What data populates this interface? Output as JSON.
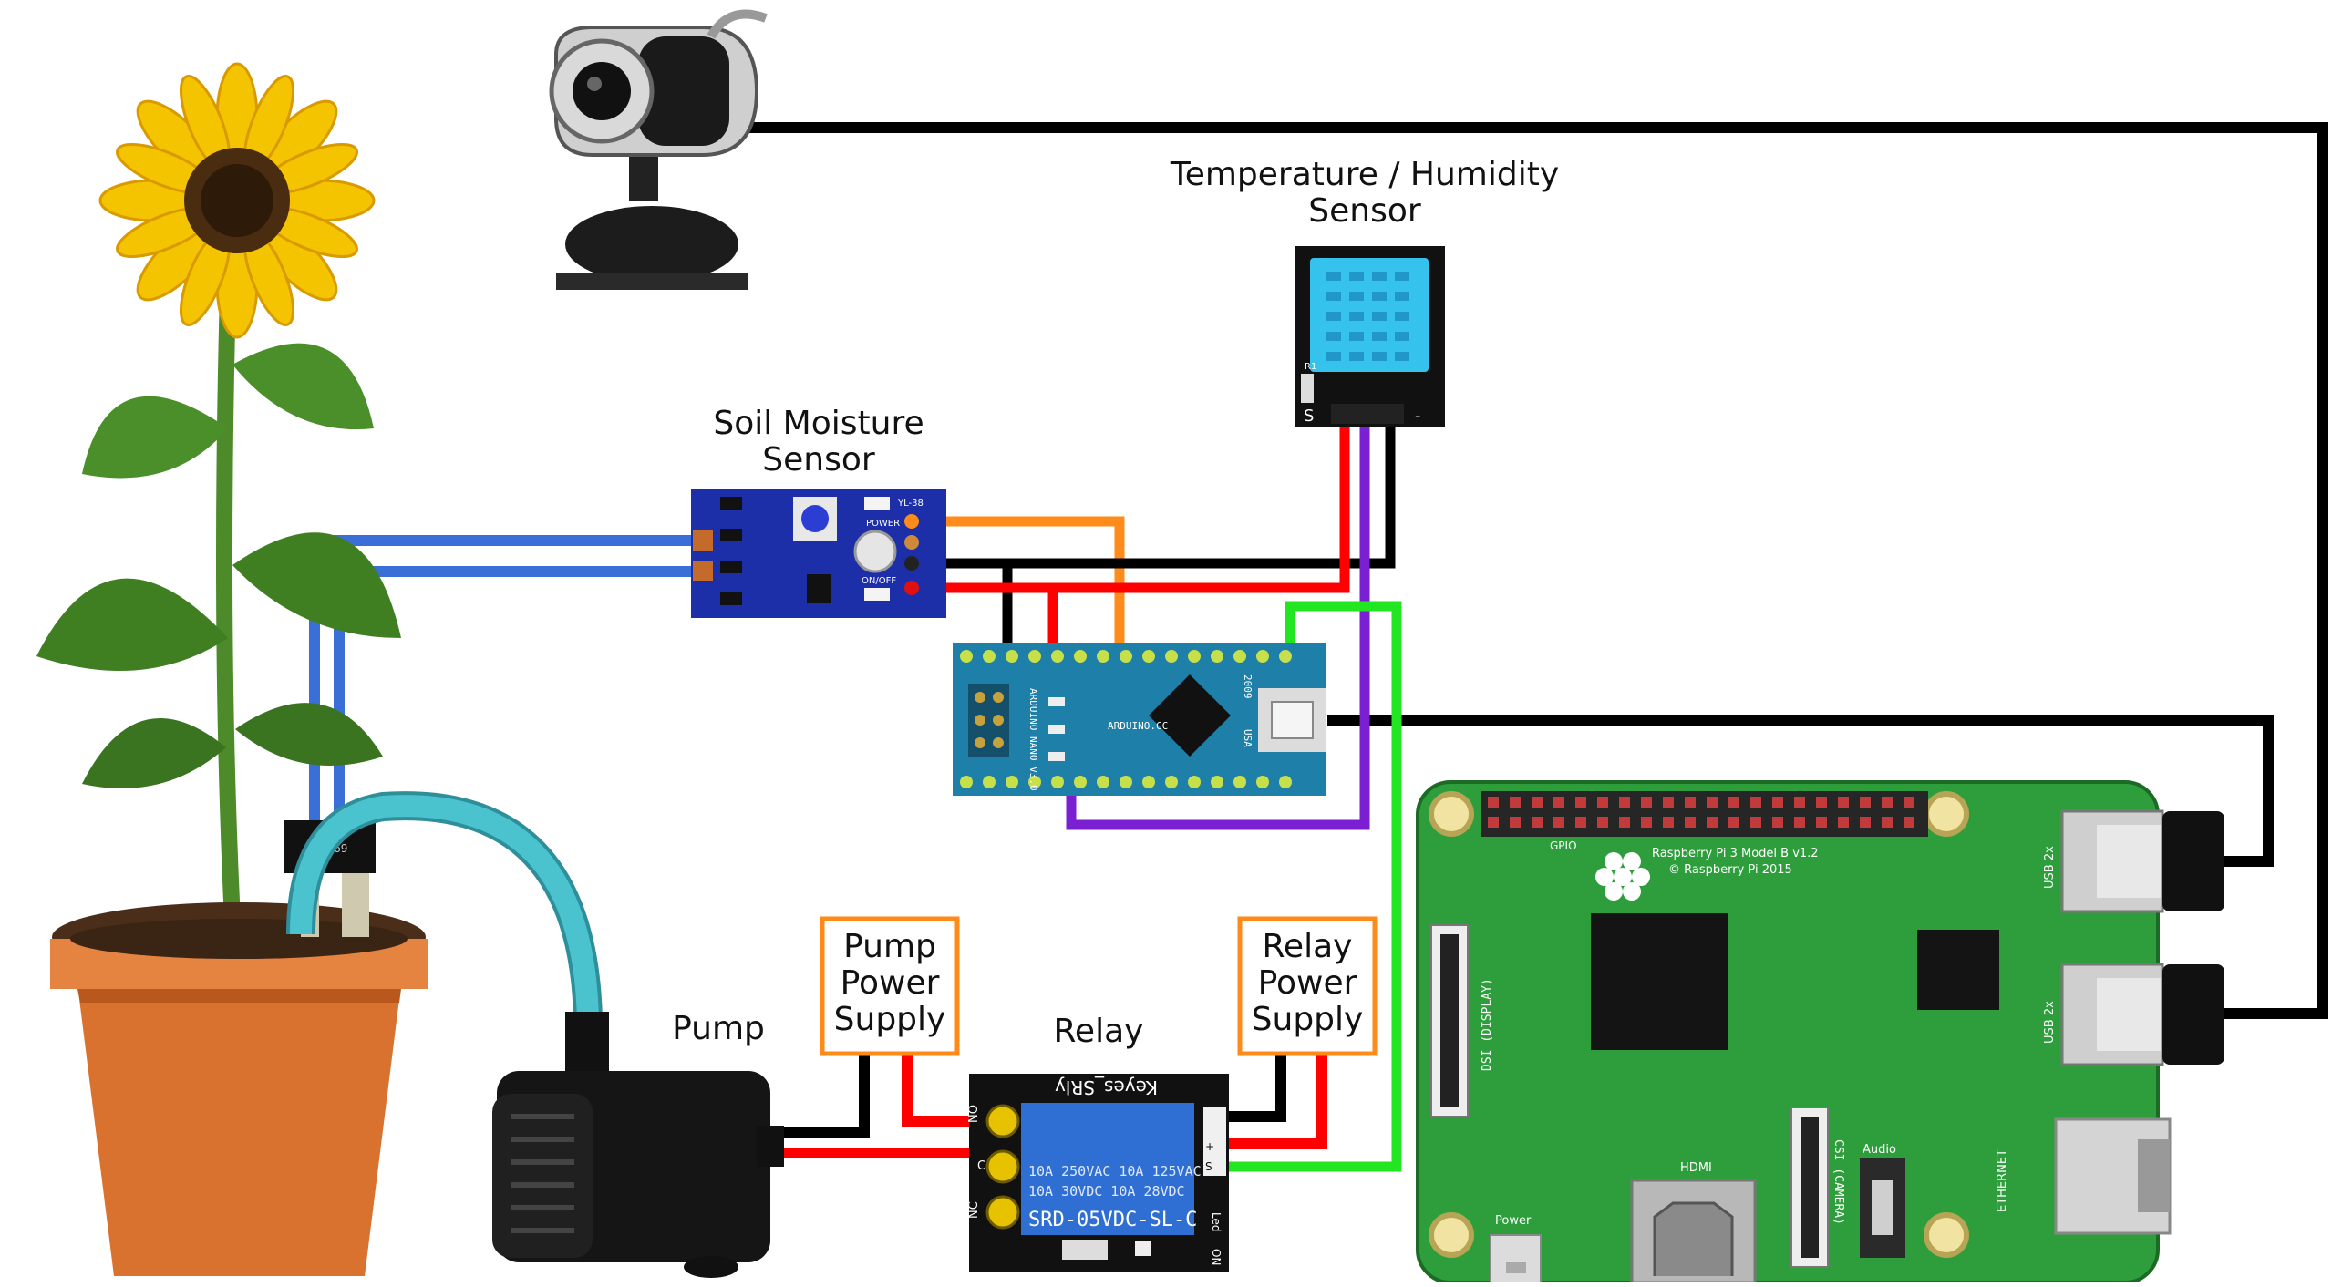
{
  "labels": {
    "temp_line1": "Temperature / Humidity",
    "temp_line2": "Sensor",
    "soil_line1": "Soil Moisture",
    "soil_line2": "Sensor",
    "pump": "Pump",
    "relay": "Relay",
    "pump_ps_line1": "Pump",
    "pump_ps_line2": "Power",
    "pump_ps_line3": "Supply",
    "relay_ps_line1": "Relay",
    "relay_ps_line2": "Power",
    "relay_ps_line3": "Supply"
  },
  "board_text": {
    "pi_model": "Raspberry Pi 3 Model B v1.2",
    "pi_copyright": "© Raspberry Pi 2015",
    "gpio": "GPIO",
    "dsi": "DSI (DISPLAY)",
    "csi": "CSI (CAMERA)",
    "audio": "Audio",
    "hdmi": "HDMI",
    "power": "Power",
    "usb_top": "USB 2x",
    "usb_bottom": "USB 2x",
    "ethernet": "ETHERNET",
    "arduino_name": "ARDUINO NANO V3.0",
    "arduino_site": "ARDUINO.CC",
    "arduino_year": "2009",
    "arduino_usb": "USA",
    "relay_brand": "Keyes_SRly",
    "relay_rating1": "10A 250VAC  10A 125VAC",
    "relay_rating2": "10A  30VDC  10A  28VDC",
    "relay_model": "SRD-05VDC-SL-C",
    "relay_pin_no": "NO",
    "relay_pin_c": "C",
    "relay_pin_nc": "NC",
    "relay_pin_s": "S",
    "relay_pin_plus": "+",
    "relay_pin_minus": "-",
    "relay_led": "Led",
    "relay_on": "ON",
    "soil_chip": "YL-38",
    "soil_power": "POWER",
    "soil_onoff": "ON/OFF",
    "dht_s": "S",
    "dht_minus": "-",
    "dht_r1": "R1",
    "probe_label": "YL-69"
  },
  "colors": {
    "wire_black": "#000000",
    "wire_red": "#ff0000",
    "wire_orange": "#ff8c1a",
    "wire_purple": "#7a1fd1",
    "wire_green": "#22e622",
    "wire_blue": "#3a6fd8",
    "tube_cyan": "#4ac3cf",
    "pi_green": "#2e9e3c",
    "arduino_teal": "#1e7fa8",
    "relay_blue": "#2f6fd3",
    "dht_cyan": "#35c3ee",
    "label_box_orange": "#ff8a1a"
  }
}
